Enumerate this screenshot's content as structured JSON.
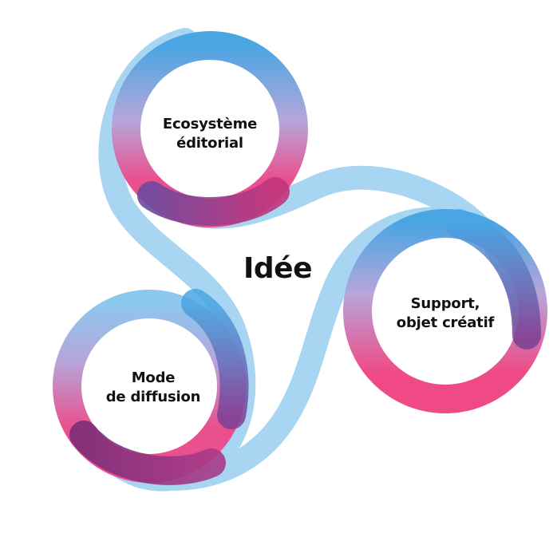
{
  "center": {
    "title": "Idée"
  },
  "nodes": {
    "top": {
      "line1": "Ecosystème",
      "line2": "éditorial"
    },
    "right": {
      "line1": "Support,",
      "line2": "objet créatif"
    },
    "left": {
      "line1": "Mode",
      "line2": "de diffusion"
    }
  },
  "colors": {
    "flow": "#a8d6f2",
    "ring_blue": "#4aa5e3",
    "ring_lavender": "#b6a6da",
    "ring_pink": "#ea4f8e",
    "ring_purple": "#8a3f86",
    "text": "#111111"
  }
}
